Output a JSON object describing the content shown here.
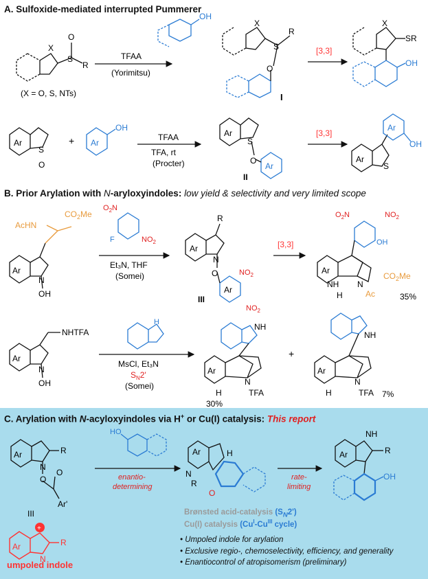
{
  "sectionA": {
    "title": "A. Sulfoxide-mediated interrupted Pummerer",
    "x_label": "X",
    "s_label": "S",
    "r_label": "R",
    "o_minus": "O",
    "x_def": "(X = O, S, NTs)",
    "oh_label": "OH",
    "reagent1": "TFAA",
    "cond1": "(Yorimitsu)",
    "intermediate1": "I",
    "shift": "[3,3]",
    "product1_sr": "SR",
    "ar_label": "Ar",
    "plus": "+",
    "reagent2": "TFAA",
    "cond2a": "TFA, rt",
    "cond2b": "(Procter)",
    "intermediate2": "II",
    "s_product": "S",
    "o_label": "O"
  },
  "sectionB": {
    "title_bold": "B. Prior Arylation with",
    "title_n": "N",
    "title_rest": "-aryloxyindoles:",
    "title_italic": "low yield & selectivity and very limited scope",
    "acHN": "AcHN",
    "co2me": "CO",
    "me": "Me",
    "no2": "NO",
    "o2n": "O",
    "f_label": "F",
    "n_label": "N",
    "oh": "OH",
    "cond1": "Et₃N, THF",
    "cond1b": "(Somei)",
    "intermediate3": "III",
    "shift": "[3,3]",
    "h_label": "H",
    "ac": "Ac",
    "yield1": "35%",
    "nhtfa": "NHTFA",
    "nh": "NH",
    "cond2": "MsCl, Et₃N",
    "sn2_s": "S",
    "sn2_n": "N",
    "sn2_2": "2'",
    "cond2b": "(Somei)",
    "tfa": "TFA",
    "yield2": "30%",
    "plus": "+",
    "yield3": "7%"
  },
  "sectionC": {
    "title_bold": "C. Arylation with",
    "title_n": "N",
    "title_rest": "-acyloxyindoles via H",
    "title_plus": "+",
    "title_rest2": " or Cu(I) catalysis:",
    "title_report": "This report",
    "ho": "HO",
    "r": "R",
    "n": "N",
    "o": "O",
    "ar_prime": "Ar'",
    "intermediate": "III",
    "arrow1": "enantio-",
    "arrow1b": "determining",
    "arrow2": "rate-",
    "arrow2b": "limiting",
    "h": "H",
    "nh": "NH",
    "oh": "OH",
    "cat1": "Brønsted acid-catalysis",
    "cat1_tag": "(S",
    "cat1_sub": "N",
    "cat1_end": "2')",
    "cat2": "Cu(I) catalysis",
    "cat2_tag": "(Cu",
    "cat2_sup1": "I",
    "cat2_mid": "-Cu",
    "cat2_sup2": "III",
    "cat2_end": " cycle)",
    "bullets": [
      "• Umpoled indole for arylation",
      "• Exclusive regio-, chemoselectivity, efficiency, and generality",
      "• Enantiocontrol of atropisomerism (preliminary)"
    ],
    "umpoled": "umpoled indole",
    "plus_sign": "+"
  },
  "colors": {
    "blue": "#2a7bd3",
    "red": "#ff3333",
    "orange": "#e89a3c",
    "panel": "#a9dced"
  }
}
